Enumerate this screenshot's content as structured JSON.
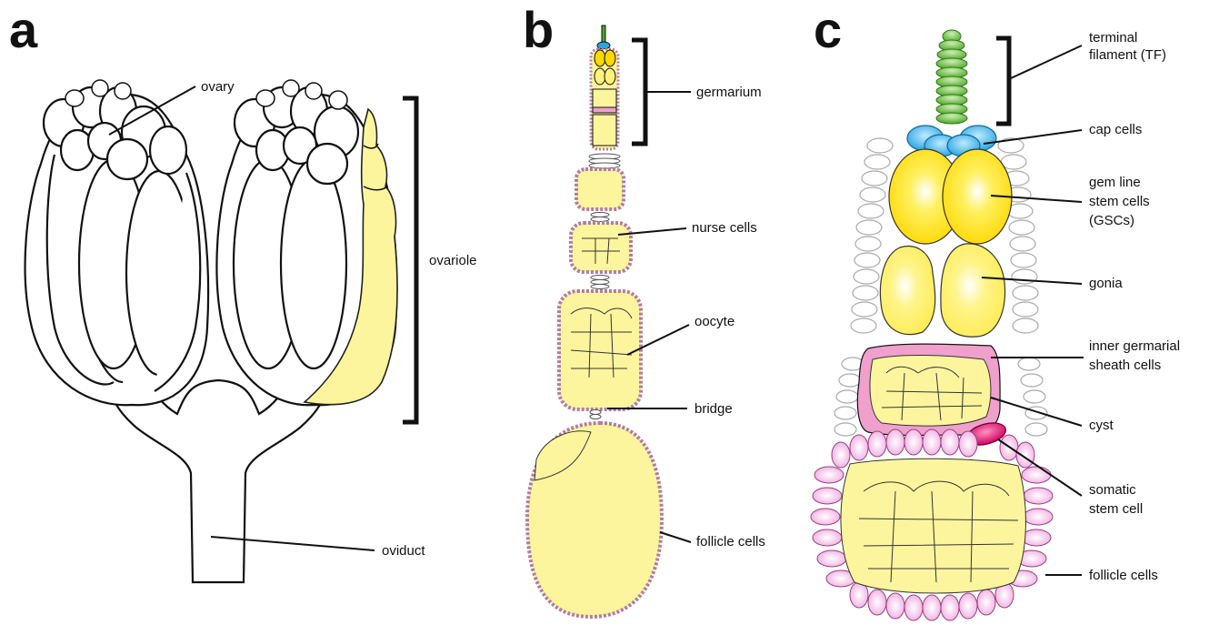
{
  "panels": {
    "a": {
      "letter": "a",
      "labels": {
        "ovary": "ovary",
        "ovariole": "ovariole",
        "oviduct": "oviduct"
      }
    },
    "b": {
      "letter": "b",
      "labels": {
        "germarium": "germarium",
        "nurse_cells": "nurse cells",
        "oocyte": "oocyte",
        "bridge": "bridge",
        "follicle_cells": "follicle cells"
      }
    },
    "c": {
      "letter": "c",
      "labels": {
        "terminal_filament_1": "terminal",
        "terminal_filament_2": "filament (TF)",
        "cap_cells": "cap cells",
        "gsc_1": "gem line",
        "gsc_2": "stem cells",
        "gsc_3": "(GSCs)",
        "gonia": "gonia",
        "inner_sheath_1": "inner germarial",
        "inner_sheath_2": "sheath cells",
        "cyst": "cyst",
        "somatic_1": "somatic",
        "somatic_2": "stem cell",
        "follicle_cells": "follicle cells"
      }
    }
  },
  "colors": {
    "yolk_yellow": "#fdf59e",
    "gsc_yellow": "#ffd800",
    "gonia_yellow": "#fff27a",
    "cap_blue": "#2aa6e0",
    "tf_green": "#58b030",
    "sheath_pink": "#f0a0cc",
    "somatic_magenta": "#e0106a",
    "follicle_pink": "#f6c4ea",
    "line": "#111111"
  }
}
